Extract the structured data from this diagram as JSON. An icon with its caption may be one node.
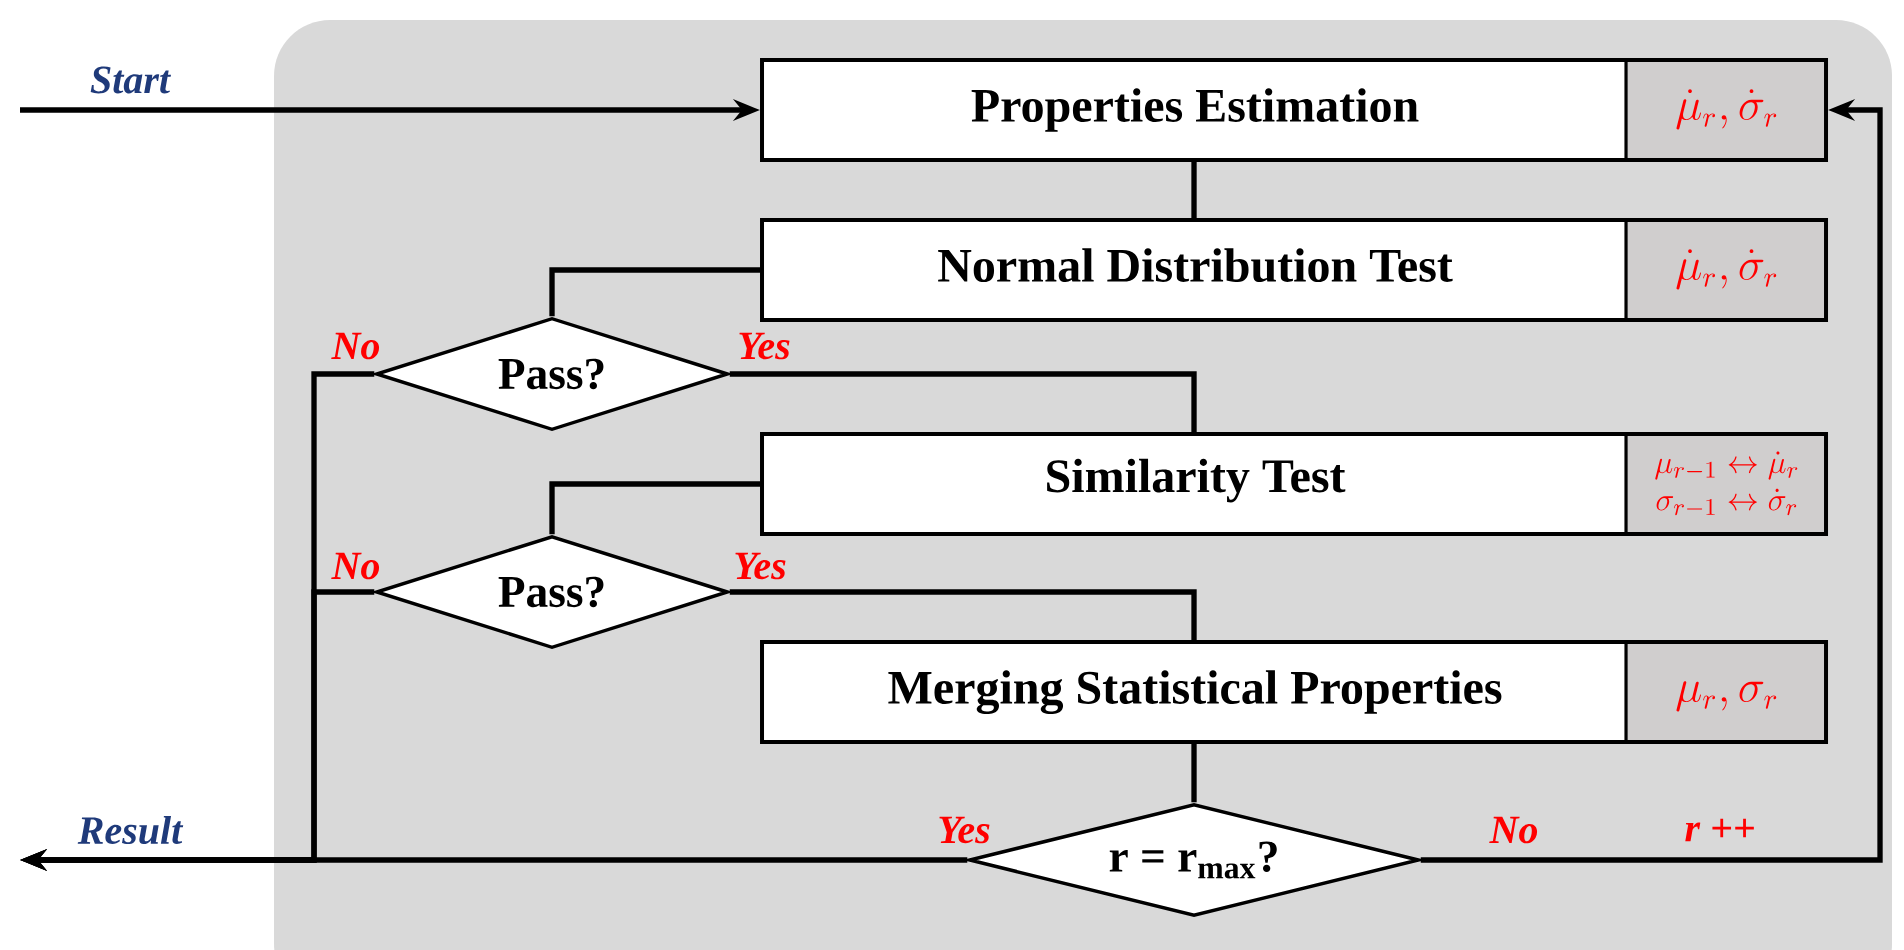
{
  "diagram": {
    "nodes": [
      {
        "text": [
          "Properties Estimation",
          "\\dot{\\mu}_r, \\dot{\\sigma}_r"
        ]
      },
      {
        "text": [
          "Normal Distribution Test",
          "\\dot{\\mu}_r, \\dot{\\sigma}_r"
        ]
      },
      {
        "text": [
          "Pass?"
        ]
      },
      {
        "text": [
          "Similarity Test",
          "\\mu_{r-1} \\leftrightarrow \\dot{\\mu}_r",
          "\\sigma_{r-1} \\leftrightarrow \\dot{\\sigma}_r"
        ]
      },
      {
        "text": [
          "Pass?"
        ]
      },
      {
        "text": [
          "Merging Statistical Properties",
          "\\mu_r, \\sigma_r"
        ]
      },
      {
        "text": [
          "r = r$_{max}$?"
        ]
      }
    ],
    "edges": [
      {
        "from": null,
        "to": 0,
        "arrow": "to",
        "label": "Start"
      },
      {
        "from": 0,
        "to": 1,
        "arrow": "none"
      },
      {
        "from": 1,
        "to": 2,
        "arrow": "none"
      },
      {
        "from": 2,
        "to": 3,
        "arrow": "none",
        "label": "Yes"
      },
      {
        "from": 2,
        "to": null,
        "arrow": "to",
        "label": "No"
      },
      {
        "from": 3,
        "to": 4,
        "arrow": "none"
      },
      {
        "from": 4,
        "to": 5,
        "arrow": "none",
        "label": "Yes"
      },
      {
        "from": 4,
        "to": null,
        "arrow": "to",
        "label": "No"
      },
      {
        "from": 5,
        "to": 6,
        "arrow": "none"
      },
      {
        "from": 6,
        "to": null,
        "arrow": "to",
        "label": "Yes"
      },
      {
        "from": 6,
        "to": 0,
        "arrow": "to",
        "label": "No"
      }
    ],
    "labels": [
      "Result",
      "r ++"
    ]
  }
}
